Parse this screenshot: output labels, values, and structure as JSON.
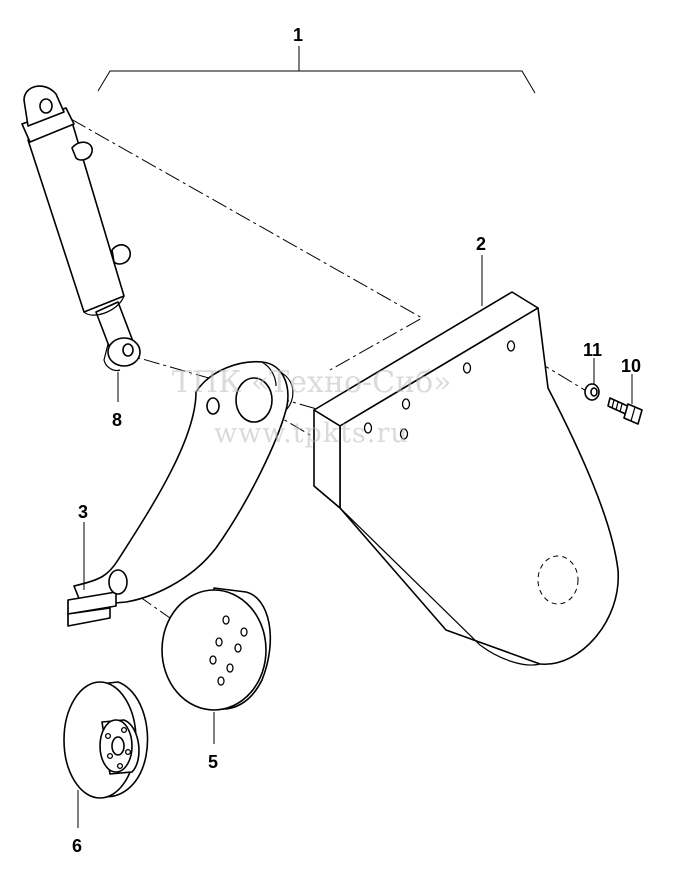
{
  "callouts": {
    "c1": "1",
    "c2": "2",
    "c3": "3",
    "c5": "5",
    "c6": "6",
    "c8": "8",
    "c10": "10",
    "c11": "11"
  },
  "watermark": {
    "line1": "ТПК «Техно-Сиб»",
    "line2": "www.tpkts.ru"
  }
}
